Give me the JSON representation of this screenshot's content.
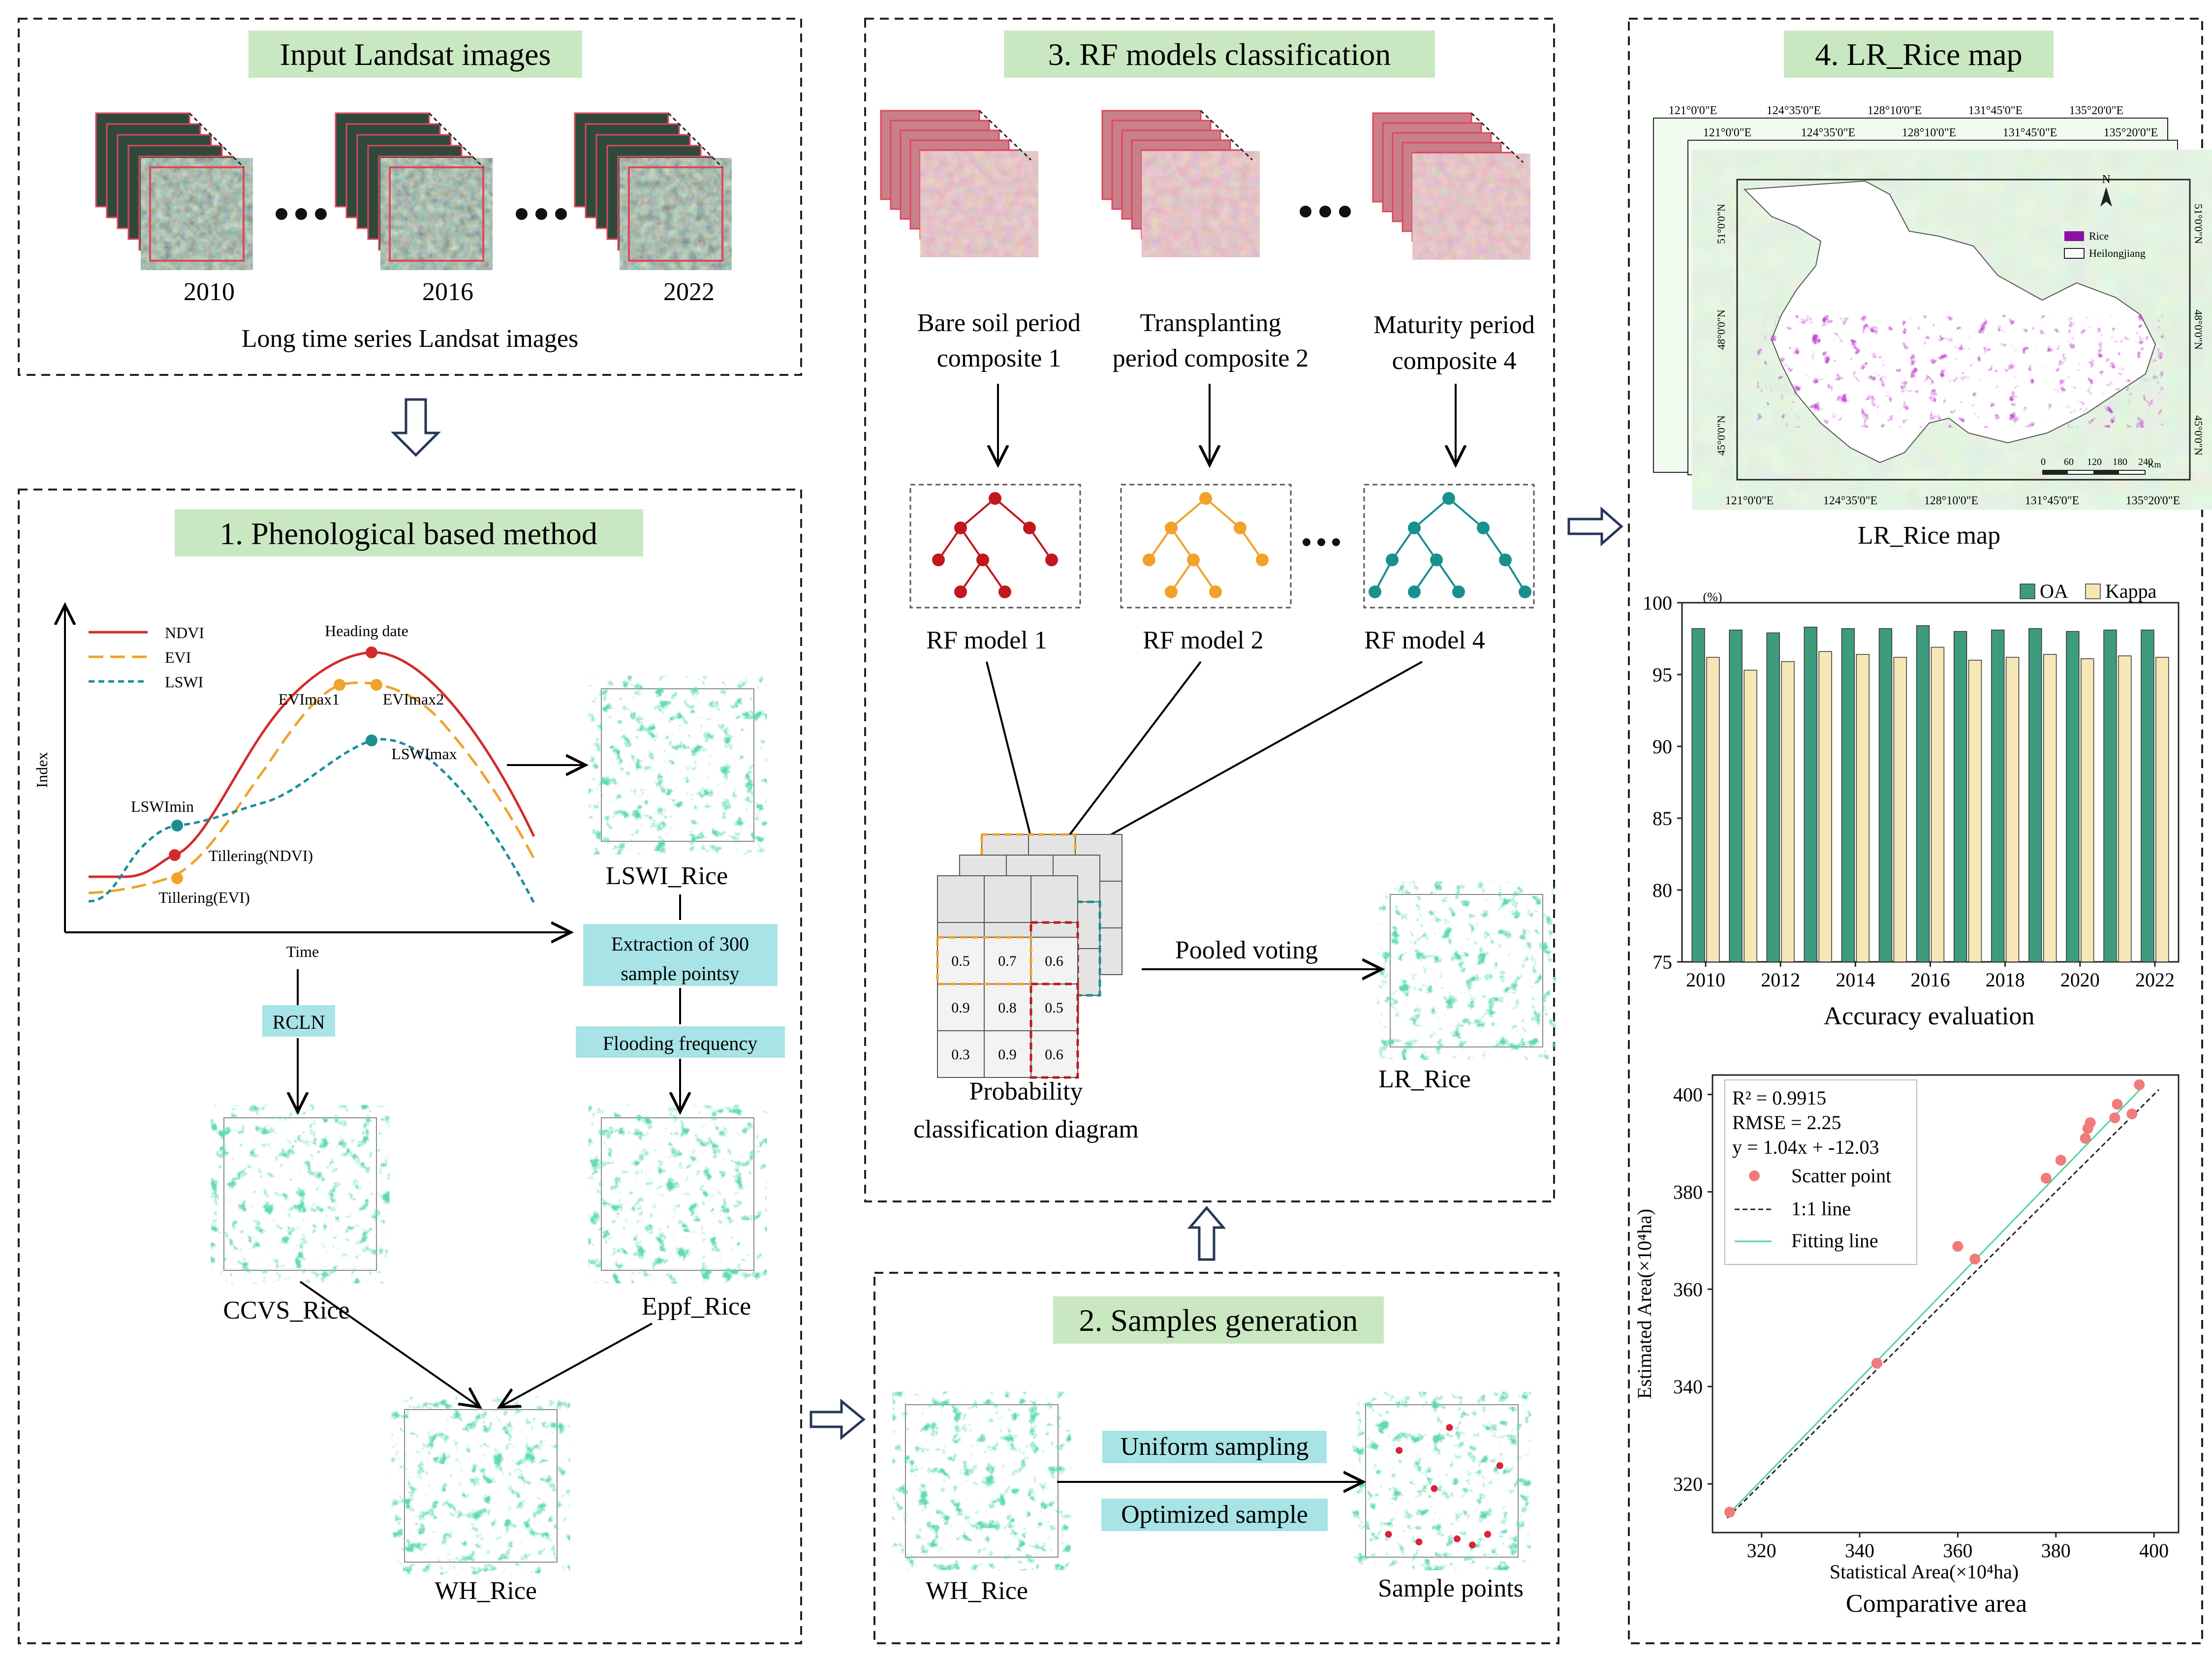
{
  "panels": {
    "input": {
      "title": "Input Landsat images",
      "years": [
        "2010",
        "2016",
        "2022"
      ],
      "caption": "Long time series Landsat images"
    },
    "phenology": {
      "title": "1. Phenological based method",
      "legend": [
        "NDVI",
        "EVI",
        "LSWI"
      ],
      "annotations": {
        "heading": "Heading date",
        "evimax1": "EVImax1",
        "evimax2": "EVImax2",
        "lswimax": "LSWImax",
        "lswimin": "LSWImin",
        "tillering_ndvi": "Tillering(NDVI)",
        "tillering_evi": "Tillering(EVI)"
      },
      "ylabel": "Index",
      "xlabel": "Time",
      "lswi_rice": "LSWI_Rice",
      "extraction": [
        "Extraction of 300",
        "sample pointsy"
      ],
      "flooding": "Flooding frequency",
      "rcln": "RCLN",
      "ccvs": "CCVS_Rice",
      "eppf": "Eppf_Rice",
      "wh": "WH_Rice"
    },
    "samples": {
      "title": "2. Samples generation",
      "wh": "WH_Rice",
      "uniform": "Uniform sampling",
      "optimized": "Optimized sample",
      "points": "Sample points"
    },
    "rf": {
      "title": "3. RF models classification",
      "composites": [
        [
          "Bare soil period",
          "composite 1"
        ],
        [
          "Transplanting",
          "period composite 2"
        ],
        [
          "Maturity period",
          "composite 4"
        ]
      ],
      "models": [
        "RF model 1",
        "RF model 2",
        "RF model 4"
      ],
      "tree_colors": [
        "#c0181d",
        "#f0a22a",
        "#1a8f8f"
      ],
      "prob_grid": [
        [
          "0.5",
          "0.7",
          "0.6"
        ],
        [
          "0.9",
          "0.8",
          "0.5"
        ],
        [
          "0.3",
          "0.9",
          "0.6"
        ]
      ],
      "prob_caption": [
        "Probability",
        "classification diagram"
      ],
      "pooled": "Pooled voting",
      "lr": "LR_Rice"
    },
    "map": {
      "title": "4. LR_Rice map",
      "caption": "LR_Rice map",
      "lon_labels": [
        "121°0'0\"E",
        "124°35'0\"E",
        "128°10'0\"E",
        "131°45'0\"E",
        "135°20'0\"E"
      ],
      "lat_labels": [
        "51°0'0\"N",
        "48°0'0\"N",
        "45°0'0\"N"
      ],
      "legend": [
        "Rice",
        "Heilongjiang"
      ],
      "north": "N",
      "scale": [
        "0",
        "60",
        "120",
        "180",
        "240"
      ],
      "scale_unit": "Km",
      "rice_color": "#8b12a6"
    }
  },
  "chart_data": [
    {
      "type": "bar",
      "title": "Accuracy evaluation",
      "ylabel": "(%)",
      "categories": [
        "2010",
        "2011",
        "2012",
        "2013",
        "2014",
        "2015",
        "2016",
        "2017",
        "2018",
        "2019",
        "2020",
        "2021",
        "2022"
      ],
      "xticks": [
        "2010",
        "2012",
        "2014",
        "2016",
        "2018",
        "2020",
        "2022"
      ],
      "ylim": [
        75,
        100
      ],
      "yticks": [
        75,
        80,
        85,
        90,
        95,
        100
      ],
      "legend_position": "top-right",
      "series": [
        {
          "name": "OA",
          "color": "#3f9b7e",
          "values": [
            98.2,
            98.1,
            97.9,
            98.3,
            98.2,
            98.2,
            98.4,
            98.0,
            98.1,
            98.2,
            98.0,
            98.1,
            98.1
          ]
        },
        {
          "name": "Kappa",
          "color": "#f6e7b7",
          "values": [
            96.2,
            95.3,
            95.9,
            96.6,
            96.4,
            96.2,
            96.9,
            96.0,
            96.2,
            96.4,
            96.1,
            96.3,
            96.2
          ]
        }
      ]
    },
    {
      "type": "scatter",
      "title": "Comparative area",
      "xlabel": "Statistical Area(×10⁴ha)",
      "ylabel": "Estimated Area(×10⁴ha)",
      "xlim": [
        310,
        405
      ],
      "ylim": [
        310,
        404
      ],
      "xticks": [
        320,
        340,
        360,
        380,
        400
      ],
      "yticks": [
        320,
        340,
        360,
        380,
        400
      ],
      "stats": [
        "R² = 0.9915",
        "RMSE = 2.25",
        "y = 1.04x + -12.03"
      ],
      "legend": [
        "Scatter point",
        "1:1 line",
        "Fitting line"
      ],
      "point_color": "#f07b7b",
      "fit_color": "#4fd3a0",
      "fit": {
        "slope": 1.04,
        "intercept": -12.03
      },
      "points": [
        [
          313.5,
          314.2
        ],
        [
          343.5,
          344.8
        ],
        [
          360,
          368.8
        ],
        [
          363.5,
          366.2
        ],
        [
          378,
          382.8
        ],
        [
          381,
          386.5
        ],
        [
          386,
          391
        ],
        [
          386.5,
          393
        ],
        [
          387,
          394.2
        ],
        [
          392,
          395.2
        ],
        [
          392.5,
          398
        ],
        [
          395.5,
          396
        ],
        [
          397,
          402
        ]
      ]
    }
  ]
}
